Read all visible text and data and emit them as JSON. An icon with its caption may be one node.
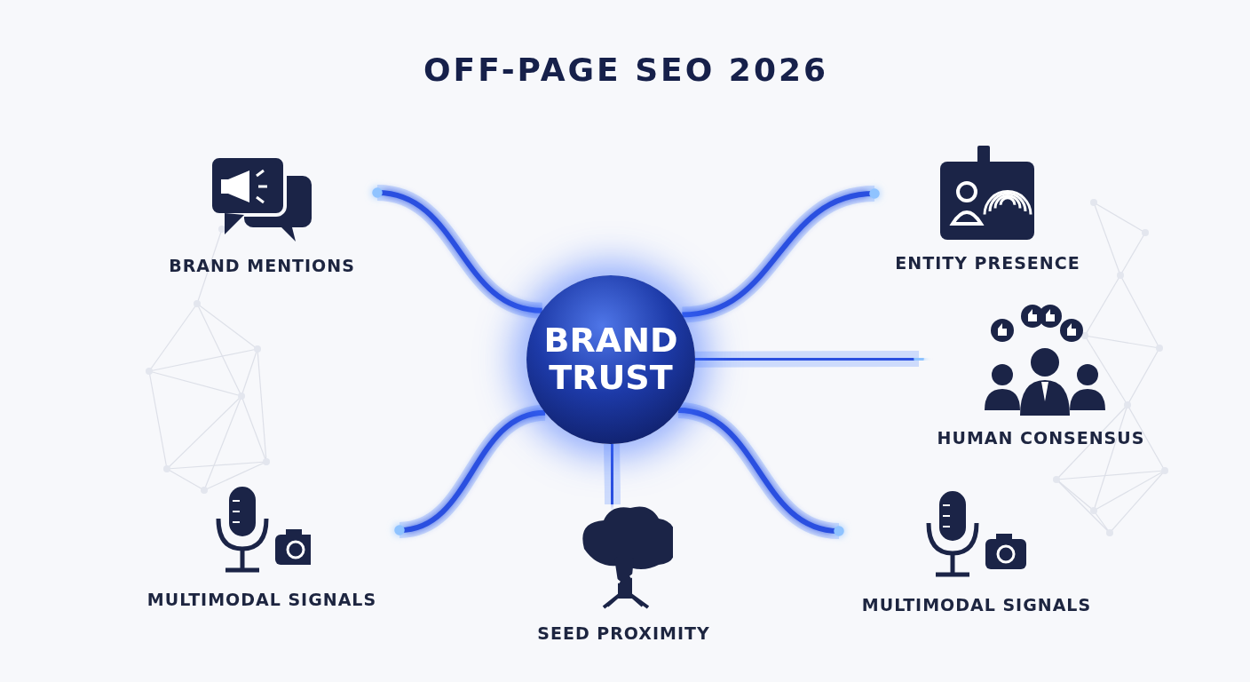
{
  "diagram": {
    "title": "OFF-PAGE SEO 2026",
    "nodes": [
      {
        "text": [
          "BRAND MENTIONS"
        ]
      },
      {
        "text": [
          "ENTITY PRESENCE"
        ]
      },
      {
        "text": [
          "BRAND TRUST"
        ]
      },
      {
        "text": [
          "HUMAN CONSENSUS"
        ]
      },
      {
        "text": [
          "MULTIMODAL SIGNALS"
        ]
      },
      {
        "text": [
          "MULTIMODAL SIGNALS"
        ]
      },
      {
        "text": [
          "SEED PROXIMITY"
        ]
      }
    ],
    "edges": [
      {
        "from": 2,
        "to": 0,
        "arrow": "other"
      },
      {
        "from": 2,
        "to": 1,
        "arrow": "other"
      },
      {
        "from": 2,
        "to": 3,
        "arrow": "other"
      },
      {
        "from": 2,
        "to": 4,
        "arrow": "other"
      },
      {
        "from": 2,
        "to": 5,
        "arrow": "other"
      },
      {
        "from": 2,
        "to": 6,
        "arrow": "none"
      }
    ]
  }
}
